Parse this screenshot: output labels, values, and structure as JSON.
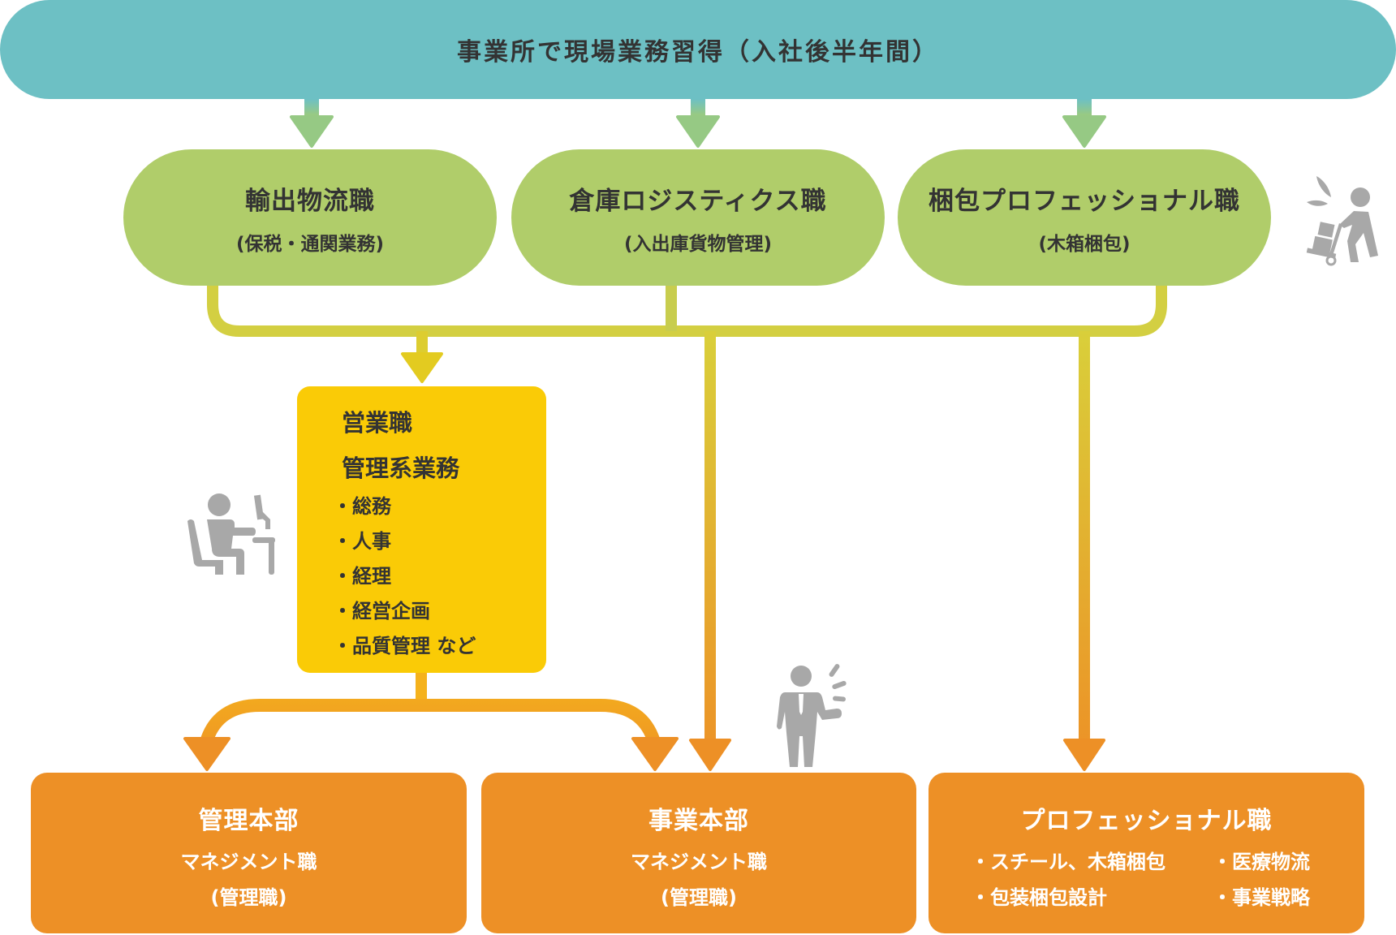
{
  "top": {
    "title": "事業所で現場業務習得（入社後半年間）"
  },
  "tracks": [
    {
      "title": "輸出物流職",
      "subtitle": "(保税・通関業務)"
    },
    {
      "title": "倉庫ロジスティクス職",
      "subtitle": "(入出庫貨物管理)"
    },
    {
      "title": "梱包プロフェッショナル職",
      "subtitle": "(木箱梱包)"
    }
  ],
  "office": {
    "heading1": "営業職",
    "heading2": "管理系業務",
    "items": [
      "・総務",
      "・人事",
      "・経理",
      "・経営企画",
      "・品質管理 など"
    ]
  },
  "destinations": [
    {
      "title": "管理本部",
      "line1": "マネジメント職",
      "line2": "(管理職)"
    },
    {
      "title": "事業本部",
      "line1": "マネジメント職",
      "line2": "(管理職)"
    },
    {
      "title": "プロフェッショナル職",
      "bullets": [
        "・スチール、木箱梱包",
        "・医療物流",
        "・包装梱包設計",
        "・事業戦略"
      ]
    }
  ],
  "icons": [
    "person-pushing-cart-icon",
    "person-at-desk-icon",
    "businessman-speaking-icon"
  ],
  "colors": {
    "top": "#6DC0C4",
    "track": "#B0CD6A",
    "office": "#FACB06",
    "destination": "#ED9026",
    "connector": "#D9CF3A",
    "icon": "#A8A8A8"
  }
}
